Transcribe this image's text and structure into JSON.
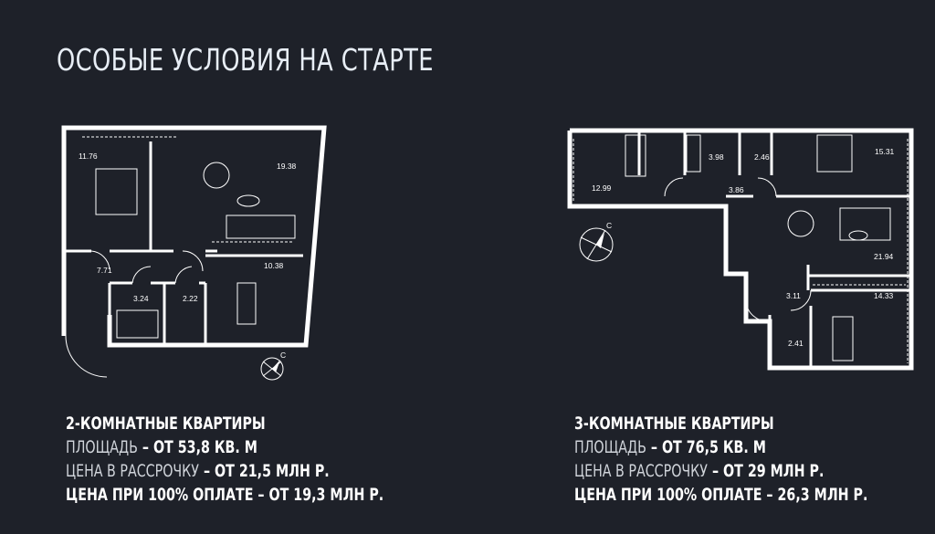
{
  "title": "ОСОБЫЕ УСЛОВИЯ НА СТАРТЕ",
  "plans": {
    "two_room": {
      "rooms": [
        "11.76",
        "19.38",
        "7.71",
        "10.38",
        "3.24",
        "2.22"
      ],
      "compass_label": "С"
    },
    "three_room": {
      "rooms": [
        "12.99",
        "3.98",
        "2.46",
        "3.86",
        "15.31",
        "21.94",
        "14.33",
        "3.11",
        "2.41"
      ],
      "compass_label": "С"
    }
  },
  "offers": [
    {
      "heading": "2-КОМНАТНЫЕ КВАРТИРЫ",
      "area_label": "ПЛОЩАДЬ",
      "area_value": "ОТ 53,8 КВ. М",
      "installment_label": "ЦЕНА В РАССРОЧКУ",
      "installment_value": "ОТ 21,5 МЛН Р.",
      "full_payment": "ЦЕНА ПРИ 100% ОПЛАТЕ – ОТ 19,3 МЛН Р."
    },
    {
      "heading": "3-КОМНАТНЫЕ КВАРТИРЫ",
      "area_label": "ПЛОЩАДЬ",
      "area_value": "ОТ 76,5 КВ. М",
      "installment_label": "ЦЕНА В РАССРОЧКУ",
      "installment_value": "ОТ 29 МЛН Р.",
      "full_payment": "ЦЕНА ПРИ 100% ОПЛАТЕ – 26,3 МЛН Р."
    }
  ],
  "separator": " – "
}
